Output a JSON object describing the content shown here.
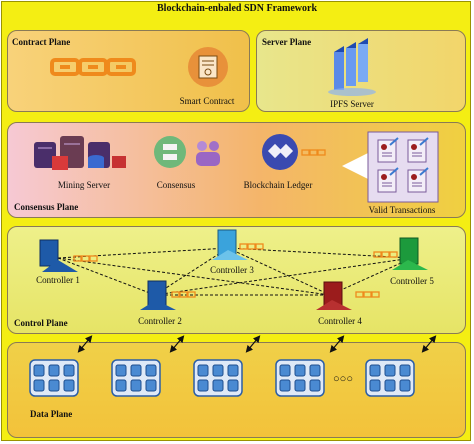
{
  "title": "Blockchain-enbaled SDN Framework",
  "contract_plane": {
    "label": "Contract Plane",
    "smart_contract": "Smart Contract"
  },
  "server_plane": {
    "label": "Server Plane",
    "ipfs": "IPFS Server"
  },
  "consensus_plane": {
    "label": "Consensus Plane",
    "mining_server": "Mining Server",
    "consensus": "Consensus",
    "ledger": "Blockchain Ledger",
    "valid_transactions": "Valid Transactions"
  },
  "control_plane": {
    "label": "Control Plane",
    "controllers": [
      "Controller 1",
      "Controller 2",
      "Controller 3",
      "Controller 4",
      "Controller 5"
    ]
  },
  "data_plane": {
    "label": "Data Plane",
    "ellipsis": "○○○"
  },
  "colors": {
    "frame": "#f4ee13",
    "contract_panel": "#f2c545",
    "chain_orange": "#ef8a1c",
    "controller_blue": "#1e5aa8",
    "controller_red": "#9b1c1c",
    "controller_green": "#1c9a3c",
    "controller_cyan": "#3aa3dc",
    "switch_blue": "#4a8ad2"
  }
}
